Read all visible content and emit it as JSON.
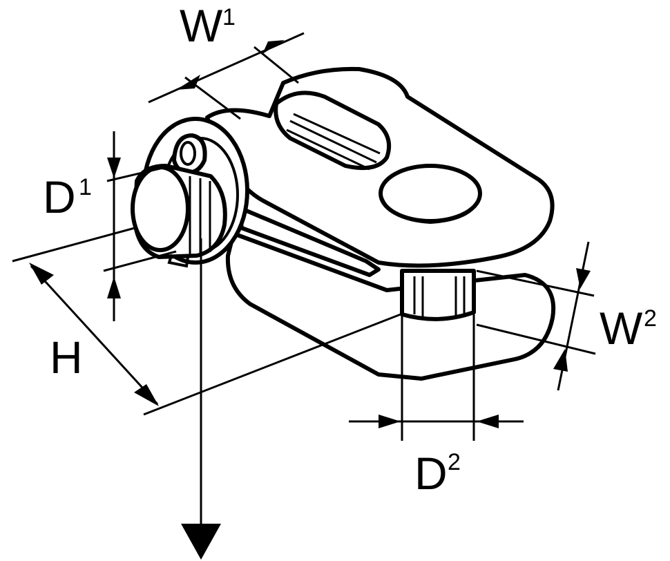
{
  "labels": {
    "w1": {
      "main": "W",
      "sup": "1"
    },
    "w2": {
      "main": "W",
      "sup": "2"
    },
    "d1": {
      "main": "D",
      "sup": "1"
    },
    "d2": {
      "main": "D",
      "sup": "2"
    },
    "h": {
      "main": "H"
    }
  },
  "colors": {
    "line": "#000000",
    "background": "#ffffff"
  }
}
